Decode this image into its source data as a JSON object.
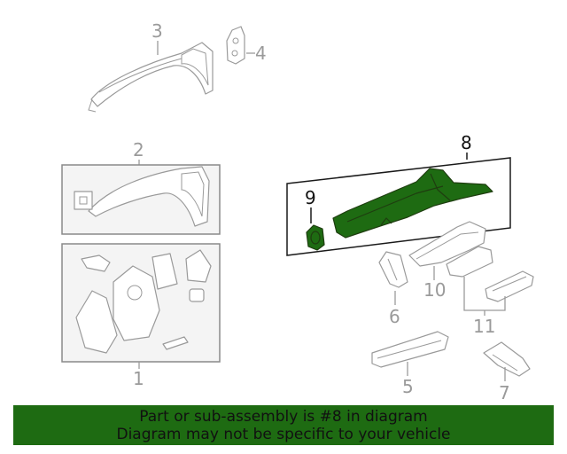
{
  "callouts": [
    {
      "id": "1",
      "label": "1"
    },
    {
      "id": "2",
      "label": "2"
    },
    {
      "id": "3",
      "label": "3"
    },
    {
      "id": "4",
      "label": "4"
    },
    {
      "id": "5",
      "label": "5"
    },
    {
      "id": "6",
      "label": "6"
    },
    {
      "id": "7",
      "label": "7"
    },
    {
      "id": "8",
      "label": "8"
    },
    {
      "id": "9",
      "label": "9"
    },
    {
      "id": "10",
      "label": "10"
    },
    {
      "id": "11",
      "label": "11"
    }
  ],
  "highlighted_parts": [
    "8",
    "9"
  ],
  "banner": {
    "line1": "Part or sub-assembly is #8 in diagram",
    "line2": "Diagram may not be specific to your vehicle"
  },
  "colors": {
    "highlight_green": "#1e6b12",
    "banner_green": "#1e6b12",
    "line_gray": "#9a9a9a",
    "box_fill": "#f4f4f4"
  }
}
